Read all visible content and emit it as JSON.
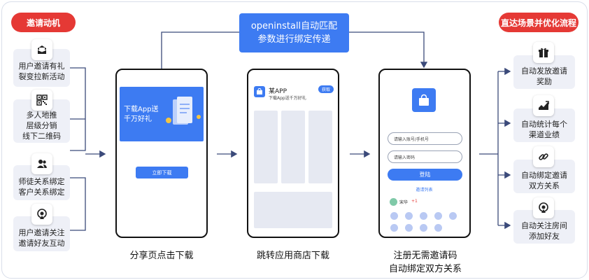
{
  "left": {
    "pill": "邀请动机",
    "items": [
      {
        "icon": "gift-envelope-icon",
        "lines": [
          "用户邀请有礼",
          "裂变拉新活动"
        ]
      },
      {
        "icon": "qr-code-icon",
        "lines": [
          "多人地推",
          "层级分销",
          "线下二维码"
        ]
      },
      {
        "icon": "people-icon",
        "lines": [
          "师徒关系绑定",
          "客户关系绑定"
        ]
      },
      {
        "icon": "live-icon",
        "lines": [
          "用户邀请关注",
          "邀请好友互动"
        ]
      }
    ]
  },
  "center": {
    "match_box": [
      "openinstall自动匹配",
      "参数进行绑定传递"
    ],
    "phone1": {
      "banner": [
        "下载App送",
        "千万好礼"
      ],
      "button": "立即下载",
      "caption": [
        "分享页点击下载"
      ]
    },
    "phone2": {
      "app_name": "某APP",
      "app_sub": "下载App送千万好礼",
      "get_button": "获取",
      "caption": [
        "跳转应用商店下载"
      ]
    },
    "phone3": {
      "account_placeholder": "请输入账号/手机号",
      "password_placeholder": "请输入密码",
      "login_button": "登陆",
      "invite_list_title": "邀请列表",
      "user_name": "宋华",
      "user_count": "+1",
      "caption": [
        "注册无需邀请码",
        "自动绑定双方关系"
      ]
    }
  },
  "right": {
    "pill": "直达场景并优化流程",
    "items": [
      {
        "icon": "gift-box-icon",
        "lines": [
          "自动发放邀请",
          "奖励"
        ]
      },
      {
        "icon": "trend-chart-icon",
        "lines": [
          "自动统计每个",
          "渠道业绩"
        ]
      },
      {
        "icon": "link-icon",
        "lines": [
          "自动绑定邀请",
          "双方关系"
        ]
      },
      {
        "icon": "live-room-icon",
        "lines": [
          "自动关注房间",
          "添加好友"
        ]
      }
    ]
  },
  "colors": {
    "accent": "#3d7bf2",
    "pill": "#e53935",
    "card": "#eef0f7",
    "line": "#3b4a7a"
  }
}
